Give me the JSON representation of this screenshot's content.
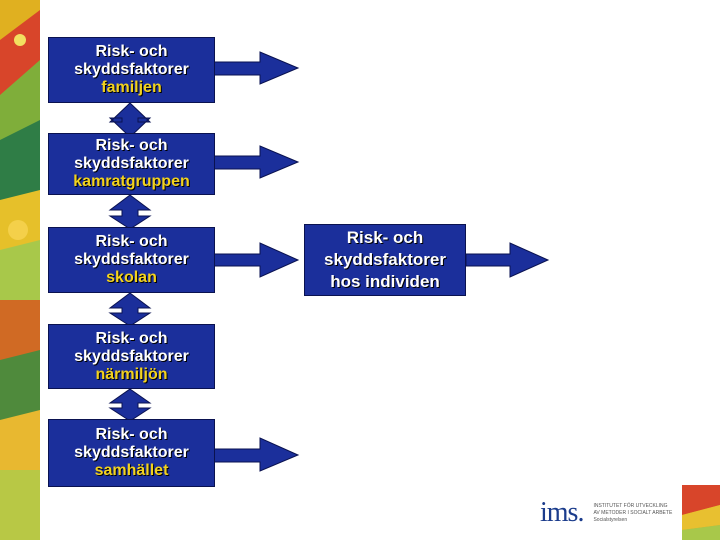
{
  "boxes": [
    {
      "line1": "Risk- och",
      "line2": "skyddsfaktorer",
      "line3": "familjen"
    },
    {
      "line1": "Risk- och",
      "line2": "skyddsfaktorer",
      "line3": "kamratgruppen"
    },
    {
      "line1": "Risk- och",
      "line2": "skyddsfaktorer",
      "line3": "skolan"
    },
    {
      "line1": "Risk- och",
      "line2": "skyddsfaktorer",
      "line3": "närmiljön"
    },
    {
      "line1": "Risk- och",
      "line2": "skyddsfaktorer",
      "line3": "samhället"
    }
  ],
  "individual_box": {
    "line1": "Risk- och",
    "line2": "skyddsfaktorer",
    "line3": "hos individen"
  },
  "logo": {
    "mark": "ims.",
    "line1": "INSTITUTET FÖR UTVECKLING",
    "line2": "AV METODER I SOCIALT ARBETE",
    "line3": "Socialstyrelsen"
  },
  "colors": {
    "box": "#1b2f9b",
    "arrow": "#1b2f9b",
    "highlight": "#f2d21e"
  }
}
